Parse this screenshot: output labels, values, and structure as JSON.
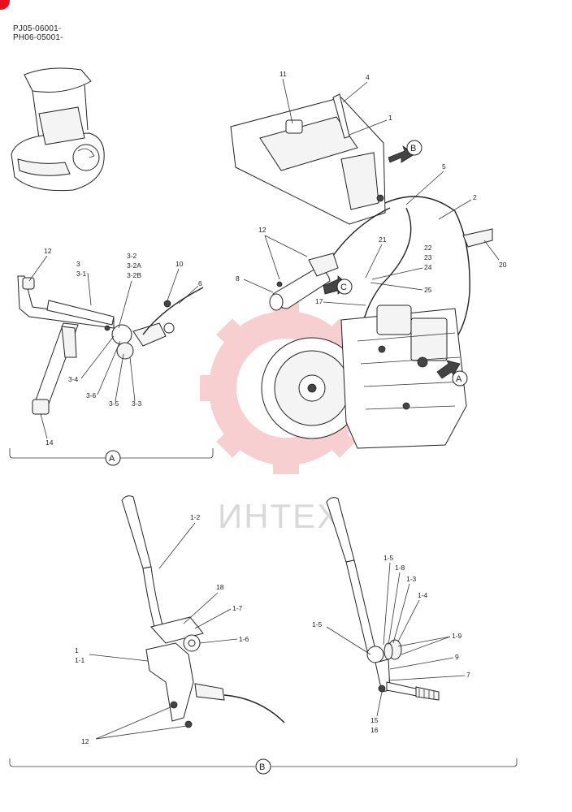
{
  "header": {
    "serial_1": "PJ05-06001-",
    "serial_2": "PH06-05001-"
  },
  "watermark": {
    "text": "ИНТЕХ",
    "color": "#f4a8ab"
  },
  "views": {
    "a": "A",
    "b": "B",
    "c": "C"
  },
  "callouts": {
    "c11": "11",
    "c4": "4",
    "c1": "1",
    "c5": "5",
    "c2": "2",
    "c12_top": "12",
    "c21": "21",
    "c22": "22",
    "c23": "23",
    "c24": "24",
    "c25": "25",
    "c8": "8",
    "c17": "17",
    "c20": "20",
    "a12": "12",
    "a3": "3",
    "a3_1": "3-1",
    "a3_2": "3-2",
    "a3_2a": "3-2A",
    "a3_2b": "3-2B",
    "a10": "10",
    "a6": "6",
    "a3_4": "3-4",
    "a3_6": "3-6",
    "a3_5": "3-5",
    "a3_3": "3-3",
    "a14": "14",
    "b1_2": "1-2",
    "b18": "18",
    "b1_7": "1-7",
    "b1_6": "1-6",
    "b1": "1",
    "b1_1": "1-1",
    "b12": "12",
    "r1_5a": "1-5",
    "r1_8": "1-8",
    "r1_3": "1-3",
    "r1_4": "1-4",
    "r1_5b": "1-5",
    "r1_9": "1-9",
    "r9": "9",
    "r7": "7",
    "r15": "15",
    "r16": "16"
  }
}
